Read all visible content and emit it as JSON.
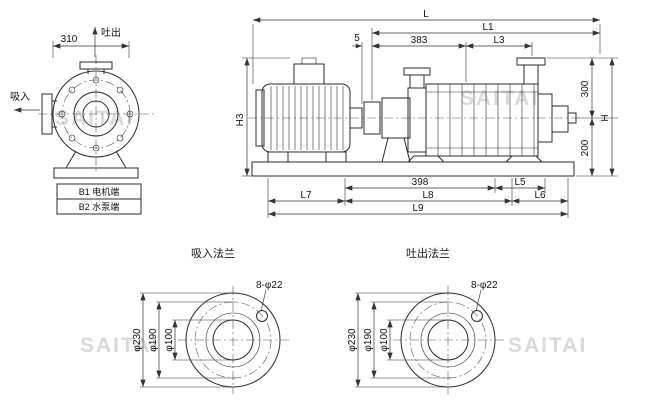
{
  "front_view": {
    "dim_width": "310",
    "discharge_label": "吐出",
    "suction_label": "吸入",
    "note_motor_end": "B1 电机端",
    "note_pump_end": "B2 水泵端"
  },
  "side_view": {
    "dim_L": "L",
    "dim_L1": "L1",
    "dim_gap": "5",
    "dim_383": "383",
    "dim_L3": "L3",
    "dim_H3": "H3",
    "dim_300": "300",
    "dim_H": "H",
    "dim_200": "200",
    "dim_398": "398",
    "dim_L5": "L5",
    "dim_L7": "L7",
    "dim_L8": "L8",
    "dim_L6": "L6",
    "dim_L9": "L9"
  },
  "suction_flange": {
    "title": "吸入法兰",
    "bolt_holes": "8-φ22",
    "outer_dia": "φ230",
    "bolt_circle_dia": "φ190",
    "bore_dia": "φ100"
  },
  "discharge_flange": {
    "title": "吐出法兰",
    "bolt_holes": "8-φ22",
    "outer_dia": "φ230",
    "bolt_circle_dia": "φ190",
    "bore_dia": "φ100"
  },
  "watermark": "SAITAI",
  "colors": {
    "line": "#2b2b2b",
    "watermark": "#cbcbcb",
    "background": "#ffffff"
  }
}
